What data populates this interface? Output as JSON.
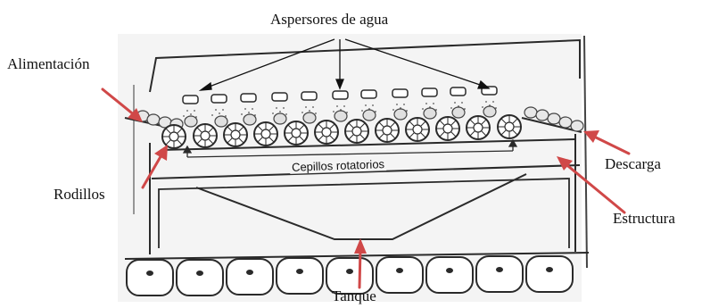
{
  "labels": {
    "aspersores": "Aspersores de agua",
    "alimentacion": "Alimentación",
    "rodillos": "Rodillos",
    "cepillos": "Cepillos rotatorios",
    "descarga": "Descarga",
    "estructura": "Estructura",
    "tanque": "Tanque"
  },
  "colors": {
    "arrow": "#d04848",
    "ink": "#2a2a2a",
    "paper": "#ffffff",
    "wall": "#f3f3f3"
  }
}
